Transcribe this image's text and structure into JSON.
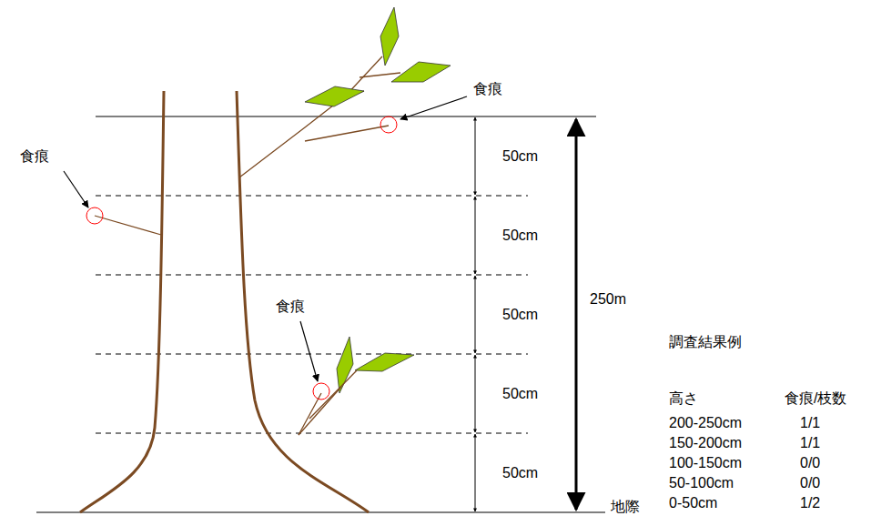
{
  "diagram": {
    "labels": [
      "食痕",
      "食痕",
      "食痕",
      "50cm",
      "50cm",
      "50cm",
      "50cm",
      "50cm",
      "250m",
      "地際",
      "調査結果例",
      "高さ",
      "食痕/枝数",
      "200-250cm",
      "1/1",
      "150-200cm",
      "1/1",
      "100-150cm",
      "0/0",
      "50-100cm",
      "0/0",
      "0-50cm",
      "1/2"
    ]
  }
}
